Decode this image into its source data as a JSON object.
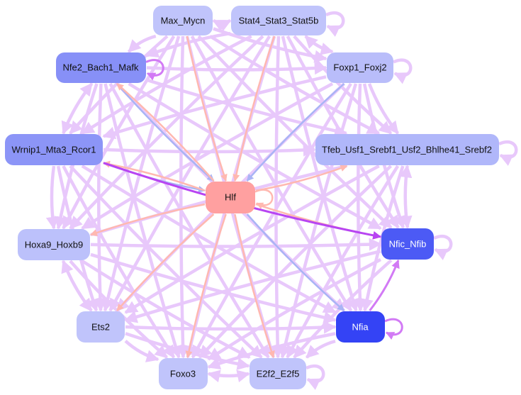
{
  "title": "Transcription factor regulatory network",
  "colors": {
    "edge_default": "#e8c8fb",
    "edge_strong": "#b845f2",
    "edge_medium": "#d27af5",
    "edge_repress": "#ffb8b0",
    "edge_blue": "#a9b4f5",
    "text_dark": "#111111",
    "text_light": "#ffffff"
  },
  "nodes": [
    {
      "id": "max_mycn",
      "label": "Max_Mycn",
      "color": "#c0c4fb",
      "text": "dark"
    },
    {
      "id": "stat4",
      "label": "Stat4_Stat3_Stat5b",
      "color": "#c0c4fb",
      "text": "dark"
    },
    {
      "id": "nfe2",
      "label": "Nfe2_Bach1_Mafk",
      "color": "#8790f7",
      "text": "dark"
    },
    {
      "id": "foxp1",
      "label": "Foxp1_Foxj2",
      "color": "#b9bdfa",
      "text": "dark"
    },
    {
      "id": "wrnip1",
      "label": "Wrnip1_Mta3_Rcor1",
      "color": "#8c95f7",
      "text": "dark"
    },
    {
      "id": "tfeb",
      "label": "Tfeb_Usf1_Srebf1_Usf2_Bhlhe41_Srebf2",
      "color": "#b0b7fa",
      "text": "dark"
    },
    {
      "id": "hlf",
      "label": "Hlf",
      "color": "#ffa0a0",
      "text": "dark"
    },
    {
      "id": "hoxa9",
      "label": "Hoxa9_Hoxb9",
      "color": "#bcc1fb",
      "text": "dark"
    },
    {
      "id": "nfic",
      "label": "Nfic_Nfib",
      "color": "#4c5af5",
      "text": "light"
    },
    {
      "id": "ets2",
      "label": "Ets2",
      "color": "#c0c4fb",
      "text": "dark"
    },
    {
      "id": "nfia",
      "label": "Nfia",
      "color": "#3443f5",
      "text": "light"
    },
    {
      "id": "foxo3",
      "label": "Foxo3",
      "color": "#c0c4fb",
      "text": "dark"
    },
    {
      "id": "e2f2",
      "label": "E2f2_E2f5",
      "color": "#c0c4fb",
      "text": "dark"
    }
  ],
  "edges": [
    {
      "from": "max_mycn",
      "to": "stat4",
      "type": "default",
      "bidir": true
    },
    {
      "from": "max_mycn",
      "to": "nfe2",
      "type": "default"
    },
    {
      "from": "max_mycn",
      "to": "foxp1",
      "type": "default"
    },
    {
      "from": "max_mycn",
      "to": "wrnip1",
      "type": "default"
    },
    {
      "from": "max_mycn",
      "to": "tfeb",
      "type": "default"
    },
    {
      "from": "max_mycn",
      "to": "hoxa9",
      "type": "default"
    },
    {
      "from": "max_mycn",
      "to": "nfic",
      "type": "default"
    },
    {
      "from": "max_mycn",
      "to": "ets2",
      "type": "default"
    },
    {
      "from": "max_mycn",
      "to": "nfia",
      "type": "default"
    },
    {
      "from": "max_mycn",
      "to": "foxo3",
      "type": "default"
    },
    {
      "from": "max_mycn",
      "to": "e2f2",
      "type": "default"
    },
    {
      "from": "max_mycn",
      "to": "hlf",
      "type": "repress"
    },
    {
      "from": "stat4",
      "to": "stat4",
      "type": "default",
      "self": true
    },
    {
      "from": "stat4",
      "to": "foxp1",
      "type": "default",
      "bidir": true
    },
    {
      "from": "stat4",
      "to": "nfe2",
      "type": "default"
    },
    {
      "from": "stat4",
      "to": "wrnip1",
      "type": "default"
    },
    {
      "from": "stat4",
      "to": "tfeb",
      "type": "default"
    },
    {
      "from": "stat4",
      "to": "hoxa9",
      "type": "default"
    },
    {
      "from": "stat4",
      "to": "nfic",
      "type": "default"
    },
    {
      "from": "stat4",
      "to": "ets2",
      "type": "default"
    },
    {
      "from": "stat4",
      "to": "nfia",
      "type": "default"
    },
    {
      "from": "stat4",
      "to": "foxo3",
      "type": "default"
    },
    {
      "from": "stat4",
      "to": "e2f2",
      "type": "default"
    },
    {
      "from": "stat4",
      "to": "hlf",
      "type": "repress"
    },
    {
      "from": "nfe2",
      "to": "nfe2",
      "type": "medium",
      "self": true
    },
    {
      "from": "nfe2",
      "to": "foxp1",
      "type": "default"
    },
    {
      "from": "nfe2",
      "to": "wrnip1",
      "type": "default",
      "bidir": true
    },
    {
      "from": "nfe2",
      "to": "tfeb",
      "type": "default"
    },
    {
      "from": "nfe2",
      "to": "hoxa9",
      "type": "default"
    },
    {
      "from": "nfe2",
      "to": "nfic",
      "type": "default"
    },
    {
      "from": "nfe2",
      "to": "ets2",
      "type": "default"
    },
    {
      "from": "nfe2",
      "to": "nfia",
      "type": "default"
    },
    {
      "from": "nfe2",
      "to": "foxo3",
      "type": "default"
    },
    {
      "from": "nfe2",
      "to": "e2f2",
      "type": "default"
    },
    {
      "from": "nfe2",
      "to": "hlf",
      "type": "blue"
    },
    {
      "from": "hlf",
      "to": "nfe2",
      "type": "repress"
    },
    {
      "from": "foxp1",
      "to": "foxp1",
      "type": "default",
      "self": true
    },
    {
      "from": "foxp1",
      "to": "wrnip1",
      "type": "default"
    },
    {
      "from": "foxp1",
      "to": "tfeb",
      "type": "default"
    },
    {
      "from": "foxp1",
      "to": "hoxa9",
      "type": "default"
    },
    {
      "from": "foxp1",
      "to": "nfic",
      "type": "default"
    },
    {
      "from": "foxp1",
      "to": "ets2",
      "type": "default"
    },
    {
      "from": "foxp1",
      "to": "nfia",
      "type": "default"
    },
    {
      "from": "foxp1",
      "to": "foxo3",
      "type": "default"
    },
    {
      "from": "foxp1",
      "to": "e2f2",
      "type": "default"
    },
    {
      "from": "foxp1",
      "to": "hlf",
      "type": "blue"
    },
    {
      "from": "wrnip1",
      "to": "tfeb",
      "type": "default"
    },
    {
      "from": "wrnip1",
      "to": "nfic",
      "type": "strong"
    },
    {
      "from": "wrnip1",
      "to": "hoxa9",
      "type": "default"
    },
    {
      "from": "wrnip1",
      "to": "ets2",
      "type": "default"
    },
    {
      "from": "wrnip1",
      "to": "nfia",
      "type": "default"
    },
    {
      "from": "wrnip1",
      "to": "foxo3",
      "type": "default"
    },
    {
      "from": "wrnip1",
      "to": "e2f2",
      "type": "default"
    },
    {
      "from": "wrnip1",
      "to": "hlf",
      "type": "blue"
    },
    {
      "from": "hlf",
      "to": "wrnip1",
      "type": "repress"
    },
    {
      "from": "tfeb",
      "to": "tfeb",
      "type": "default",
      "self": true
    },
    {
      "from": "tfeb",
      "to": "nfic",
      "type": "default",
      "bidir": true
    },
    {
      "from": "tfeb",
      "to": "hoxa9",
      "type": "default"
    },
    {
      "from": "tfeb",
      "to": "ets2",
      "type": "default"
    },
    {
      "from": "tfeb",
      "to": "nfia",
      "type": "default"
    },
    {
      "from": "tfeb",
      "to": "foxo3",
      "type": "default"
    },
    {
      "from": "tfeb",
      "to": "e2f2",
      "type": "default"
    },
    {
      "from": "hlf",
      "to": "tfeb",
      "type": "repress"
    },
    {
      "from": "hlf",
      "to": "hlf",
      "type": "repress",
      "self": true
    },
    {
      "from": "hlf",
      "to": "hoxa9",
      "type": "repress"
    },
    {
      "from": "hlf",
      "to": "nfic",
      "type": "repress"
    },
    {
      "from": "hlf",
      "to": "ets2",
      "type": "repress"
    },
    {
      "from": "hlf",
      "to": "foxo3",
      "type": "repress"
    },
    {
      "from": "hlf",
      "to": "e2f2",
      "type": "repress"
    },
    {
      "from": "hlf",
      "to": "nfia",
      "type": "blue"
    },
    {
      "from": "hoxa9",
      "to": "nfic",
      "type": "default"
    },
    {
      "from": "hoxa9",
      "to": "ets2",
      "type": "default",
      "bidir": true
    },
    {
      "from": "hoxa9",
      "to": "nfia",
      "type": "default"
    },
    {
      "from": "hoxa9",
      "to": "foxo3",
      "type": "default"
    },
    {
      "from": "hoxa9",
      "to": "e2f2",
      "type": "default"
    },
    {
      "from": "nfic",
      "to": "nfic",
      "type": "default",
      "self": true
    },
    {
      "from": "nfia",
      "to": "nfic",
      "type": "medium"
    },
    {
      "from": "nfic",
      "to": "ets2",
      "type": "default"
    },
    {
      "from": "nfic",
      "to": "foxo3",
      "type": "default"
    },
    {
      "from": "nfic",
      "to": "e2f2",
      "type": "default"
    },
    {
      "from": "ets2",
      "to": "nfia",
      "type": "default"
    },
    {
      "from": "ets2",
      "to": "foxo3",
      "type": "default"
    },
    {
      "from": "ets2",
      "to": "e2f2",
      "type": "default"
    },
    {
      "from": "nfia",
      "to": "nfia",
      "type": "medium",
      "self": true
    },
    {
      "from": "nfia",
      "to": "foxo3",
      "type": "default"
    },
    {
      "from": "nfia",
      "to": "e2f2",
      "type": "default"
    },
    {
      "from": "foxo3",
      "to": "e2f2",
      "type": "default",
      "bidir": true
    },
    {
      "from": "e2f2",
      "to": "e2f2",
      "type": "default",
      "self": true
    }
  ]
}
